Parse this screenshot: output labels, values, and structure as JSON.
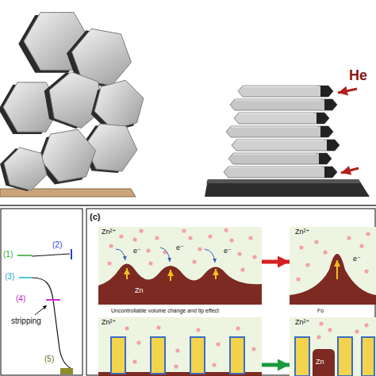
{
  "diagram": {
    "nodes": [
      {
        "text": [
          "Zn²⁺",
          "e⁻",
          "e⁻",
          "e⁻",
          "Zn",
          "Uncontrollable volume change and tip effect"
        ]
      },
      {
        "text": [
          "Zn²⁺",
          "e⁻",
          "Fo"
        ]
      },
      {
        "text": [
          "Zn²⁺"
        ]
      },
      {
        "text": [
          "Zn²⁺",
          "Zn"
        ]
      }
    ],
    "edges": [
      {
        "from": 0,
        "to": 1,
        "arrow": "to"
      },
      {
        "from": 2,
        "to": 3,
        "arrow": "to"
      }
    ],
    "labels": [
      "He",
      "(1)",
      "(2)",
      "(3)",
      "(4)",
      "stripping",
      "(5)",
      "(c)"
    ]
  }
}
